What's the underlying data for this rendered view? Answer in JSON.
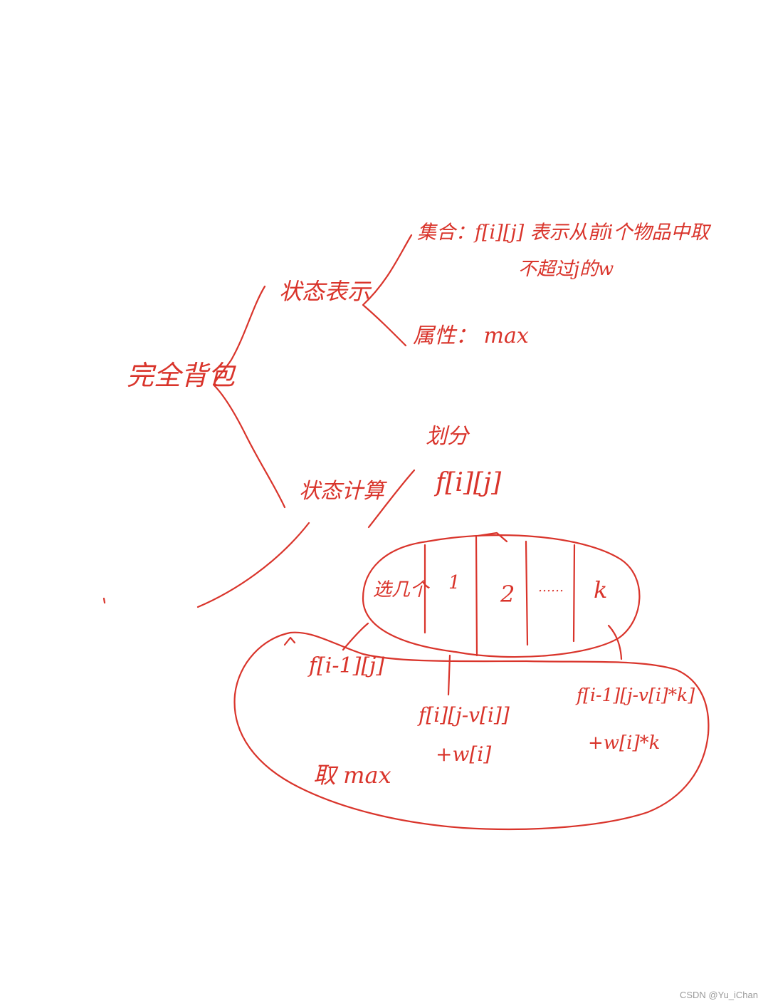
{
  "colors": {
    "ink": "#d9342b",
    "background": "#ffffff",
    "watermark": "#9a9a9a"
  },
  "root": {
    "label": "完全背包"
  },
  "branches": {
    "state_repr": {
      "label": "状态表示",
      "set": {
        "line1": "集合：f[i][j] 表示从前i个物品中取",
        "line2": "不超过j的w"
      },
      "attribute": "属性：   max"
    },
    "state_calc": {
      "label": "状态计算",
      "divide": {
        "label": "划分",
        "formula": "f[i][j]"
      },
      "partition": {
        "row_label": "选几个",
        "cells": [
          "1",
          "2",
          "……",
          "k"
        ]
      },
      "terms": {
        "skip": "f[i-1][j]",
        "one_line1": "f[i][j-v[i]]",
        "one_line2": "+w[i]",
        "k_line1": "f[i-1][j-v[i]*k]",
        "k_line2": "+w[i]*k"
      },
      "result": "取 max"
    }
  },
  "watermark": "CSDN @Yu_iChan"
}
